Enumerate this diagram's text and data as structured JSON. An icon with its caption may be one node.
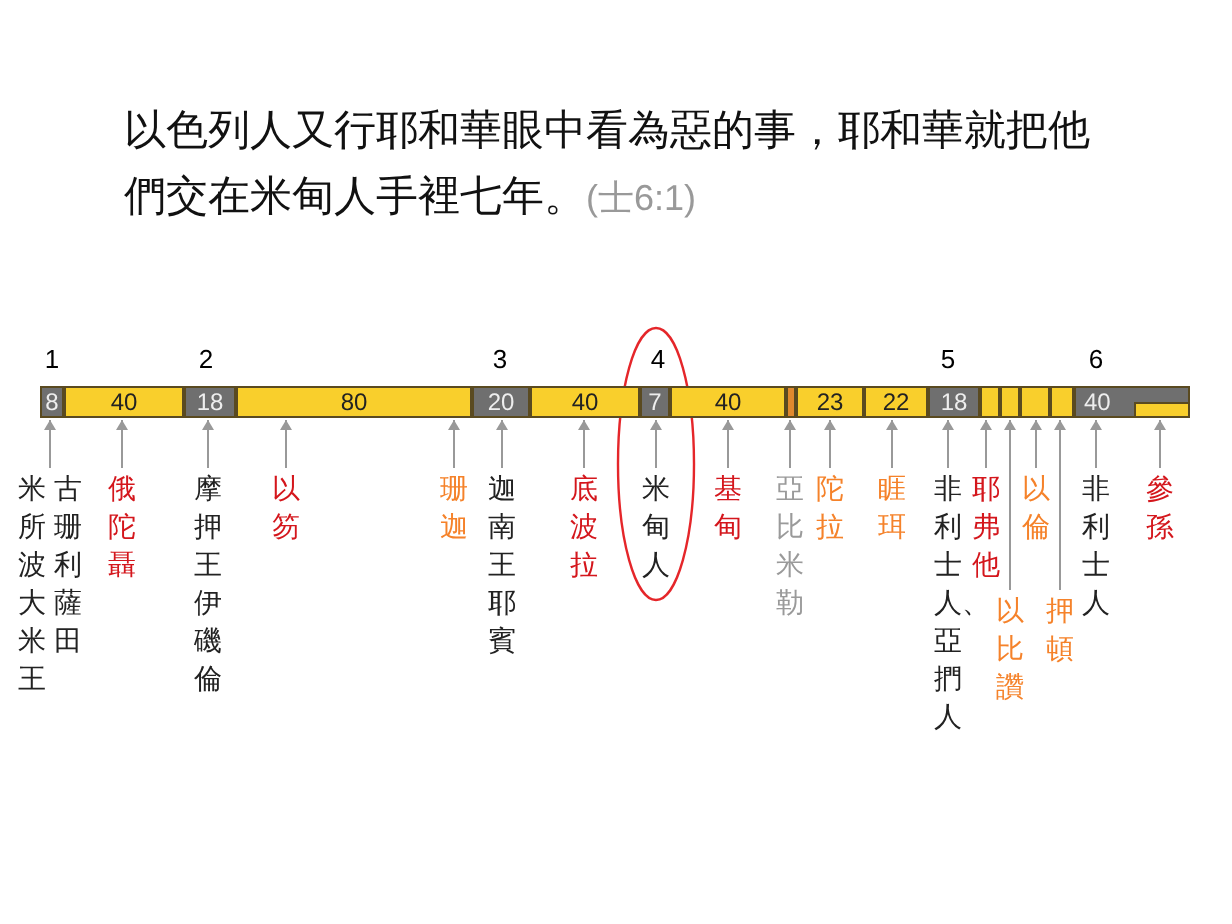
{
  "diagram": {
    "title": "以色列人又行耶和華眼中看為惡的事，耶和華就把他們交在米甸人手裡七年。",
    "nodes": [
      {
        "text": [
          "8"
        ]
      },
      {
        "text": [
          "40"
        ]
      },
      {
        "text": [
          "18"
        ]
      },
      {
        "text": [
          "80"
        ]
      },
      {
        "text": [
          "20"
        ]
      },
      {
        "text": [
          "40"
        ]
      },
      {
        "text": [
          "7"
        ]
      },
      {
        "text": [
          "40"
        ]
      },
      {
        "text": [],
        "shape": "bar"
      },
      {
        "text": [
          "23"
        ]
      },
      {
        "text": [
          "22"
        ]
      },
      {
        "text": [
          "18"
        ]
      },
      {
        "text": [],
        "shape": "bar"
      },
      {
        "text": [],
        "shape": "bar"
      },
      {
        "text": [],
        "shape": "bar"
      },
      {
        "text": [],
        "shape": "bar"
      },
      {
        "text": [
          "40"
        ]
      },
      {
        "text": [],
        "shape": "bar",
        "in": 16
      },
      {
        "text": [
          "米所波大米王",
          "古珊利薩田"
        ]
      },
      {
        "text": [
          "俄陀聶"
        ]
      },
      {
        "text": [
          "摩押王伊磯倫"
        ]
      },
      {
        "text": [
          "以笏"
        ]
      },
      {
        "text": [
          "珊迦"
        ]
      },
      {
        "text": [
          "迦南王耶賓"
        ]
      },
      {
        "text": [
          "底波拉"
        ]
      },
      {
        "text": [
          "米甸人"
        ]
      },
      {
        "text": [
          "基甸"
        ]
      },
      {
        "text": [
          "亞比米勒"
        ]
      },
      {
        "text": [
          "陀拉"
        ]
      },
      {
        "text": [
          "睚珥"
        ]
      },
      {
        "text": [
          "非利士人、亞捫人"
        ]
      },
      {
        "text": [
          "耶弗他"
        ]
      },
      {
        "text": [
          "以比讚"
        ]
      },
      {
        "text": [
          "以倫"
        ]
      },
      {
        "text": [
          "押頓"
        ]
      },
      {
        "text": [
          "非利士人"
        ]
      },
      {
        "text": [
          "參孫"
        ]
      }
    ],
    "edges": [
      {
        "from": 18,
        "to": 0,
        "arrow": "to"
      },
      {
        "from": 19,
        "to": 1,
        "arrow": "to"
      },
      {
        "from": 20,
        "to": 2,
        "arrow": "to"
      },
      {
        "from": 21,
        "to": 3,
        "arrow": "to"
      },
      {
        "from": 22,
        "to": 3,
        "arrow": "to"
      },
      {
        "from": 23,
        "to": 4,
        "arrow": "to"
      },
      {
        "from": 24,
        "to": 5,
        "arrow": "to"
      },
      {
        "from": 25,
        "to": 6,
        "arrow": "to"
      },
      {
        "from": 26,
        "to": 7,
        "arrow": "to"
      },
      {
        "from": 27,
        "to": 8,
        "arrow": "to"
      },
      {
        "from": 28,
        "to": 9,
        "arrow": "to"
      },
      {
        "from": 29,
        "to": 10,
        "arrow": "to"
      },
      {
        "from": 30,
        "to": 11,
        "arrow": "to"
      },
      {
        "from": 31,
        "to": 12,
        "arrow": "to"
      },
      {
        "from": 32,
        "to": 13,
        "arrow": "to"
      },
      {
        "from": 33,
        "to": 14,
        "arrow": "to"
      },
      {
        "from": 34,
        "to": 15,
        "arrow": "to"
      },
      {
        "from": 35,
        "to": 16,
        "arrow": "to"
      },
      {
        "from": 36,
        "to": 17,
        "arrow": "to"
      }
    ],
    "labels": [
      "(士6:1)",
      "1",
      "2",
      "3",
      "4",
      "5",
      "6"
    ]
  }
}
